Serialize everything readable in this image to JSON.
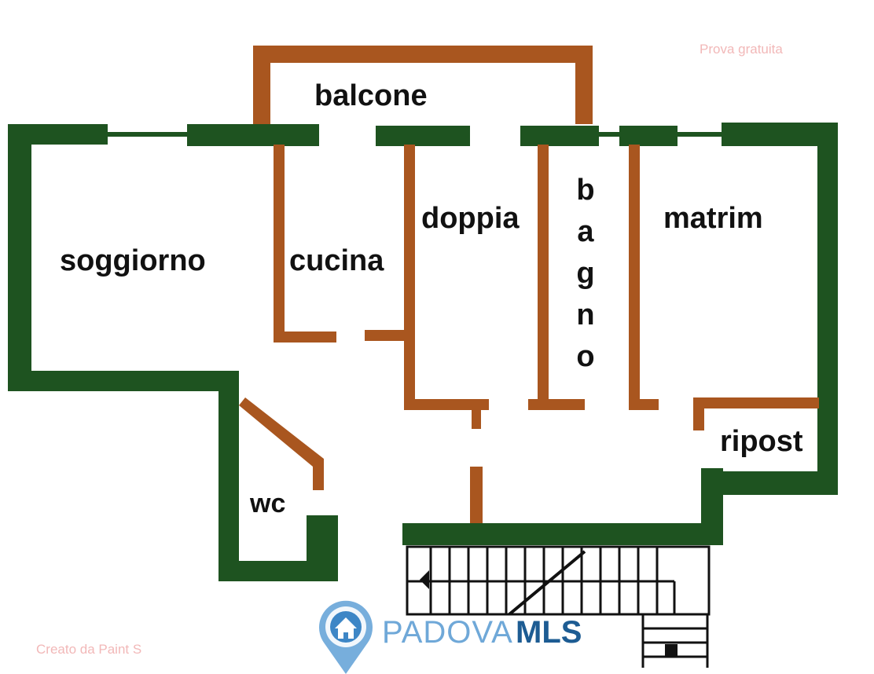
{
  "colors": {
    "exterior_wall": "#1e5320",
    "interior_wall": "#a9561f",
    "label": "#111111",
    "watermark": "#f2b8b8",
    "logo_blue": "#3d86c6",
    "logo_dark": "#1d5c93",
    "stair_line": "#111111"
  },
  "rooms": {
    "balcone": "balcone",
    "soggiorno": "soggiorno",
    "cucina": "cucina",
    "doppia": "doppia",
    "bagno_letters": [
      "b",
      "a",
      "g",
      "n",
      "o"
    ],
    "matrim": "matrim",
    "ripost": "ripost",
    "wc": "wc"
  },
  "watermarks": {
    "trial": "Prova gratuita",
    "created_by": "Creato da Paint S"
  },
  "logo": {
    "part1": "PADOVA",
    "part2": "MLS",
    "icon": "house-pin-icon"
  }
}
